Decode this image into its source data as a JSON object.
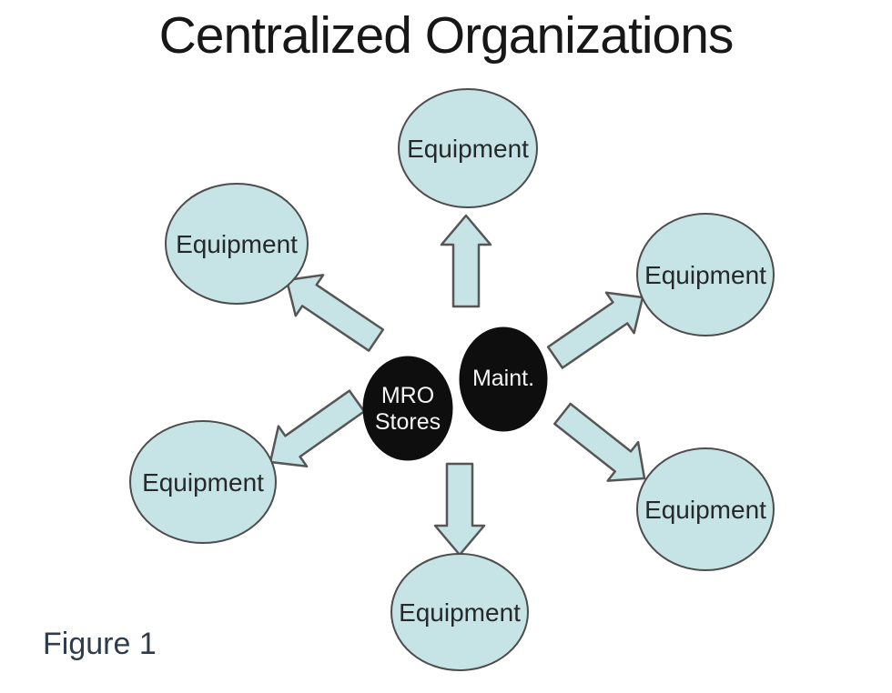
{
  "title": "Centralized Organizations",
  "caption": "Figure 1",
  "hub": {
    "mro_line1": "MRO",
    "mro_line2": "Stores",
    "maint": "Maint."
  },
  "nodes": [
    {
      "id": "top",
      "label": "Equipment"
    },
    {
      "id": "upper-left",
      "label": "Equipment"
    },
    {
      "id": "upper-right",
      "label": "Equipment"
    },
    {
      "id": "left",
      "label": "Equipment"
    },
    {
      "id": "lower-right",
      "label": "Equipment"
    },
    {
      "id": "bottom",
      "label": "Equipment"
    }
  ],
  "colors": {
    "background": "#ffffff",
    "node_fill": "#c6e3e5",
    "node_border": "#4d4d4d",
    "node_text": "#26292b",
    "arrow_fill": "#c6e3e5",
    "arrow_border": "#565656",
    "hub_fill": "#0e0e0e",
    "hub_text": "#f5f5f5",
    "title_text": "#171717",
    "caption_text": "#2e3c4c"
  }
}
